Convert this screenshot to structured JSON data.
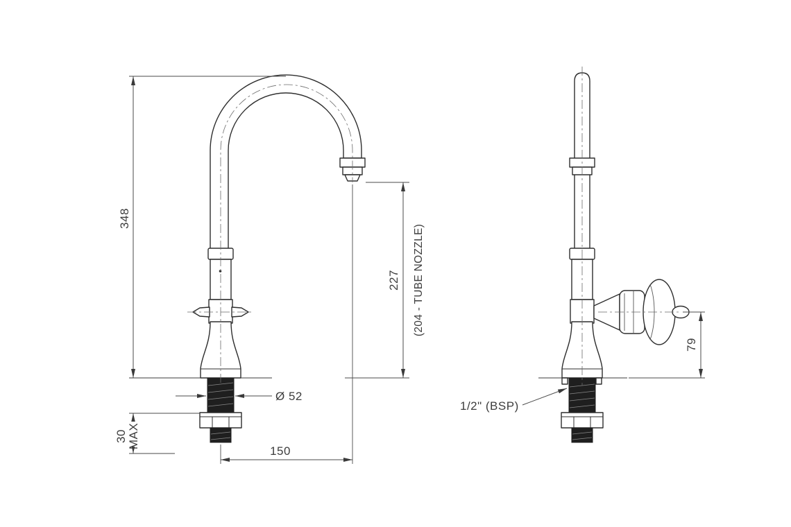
{
  "dimensions": {
    "overall_height": "348",
    "spout_outlet_height": "227",
    "spout_outlet_note": "(204 - TUBE NOZZLE)",
    "base_diameter": "Ø 52",
    "spout_reach": "150",
    "deck_thickness": "30",
    "deck_thickness_qualifier": "MAX",
    "handle_height": "79",
    "inlet_thread": "1/2\" (BSP)"
  }
}
